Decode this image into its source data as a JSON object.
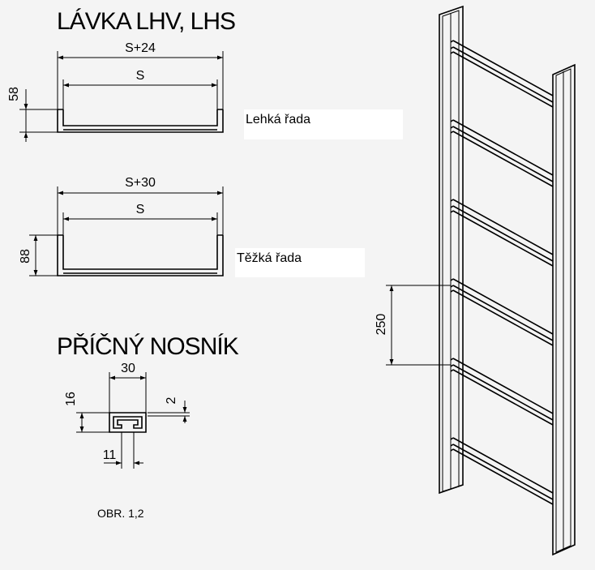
{
  "title_main": "LÁVKA LHV, LHS",
  "title_beam": "PŘÍČNÝ NOSNÍK",
  "light_series": {
    "label": "Lehká řada",
    "dim_outer": "S+24",
    "dim_inner": "S",
    "dim_height": "58"
  },
  "heavy_series": {
    "label": "Těžká řada",
    "dim_outer": "S+30",
    "dim_inner": "S",
    "dim_height": "88"
  },
  "beam": {
    "dim_width": "30",
    "dim_height": "16",
    "dim_thickness": "2",
    "dim_slot": "11"
  },
  "ladder": {
    "dim_spacing": "250"
  },
  "figure_ref": "OBR. 1,2"
}
